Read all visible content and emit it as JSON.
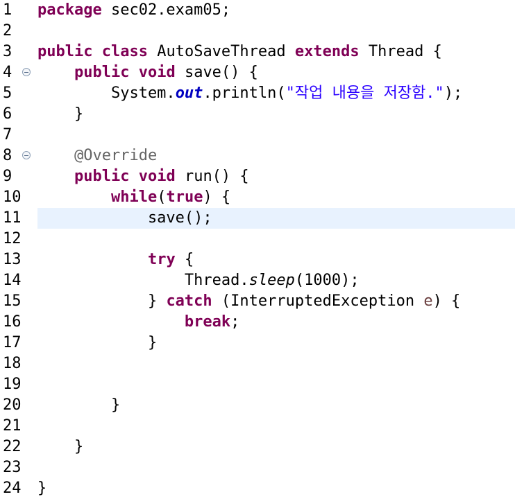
{
  "editor": {
    "lines": [
      {
        "n": "1",
        "parts": [
          {
            "t": "package",
            "c": "kw"
          },
          {
            "t": " sec02.exam05;"
          }
        ]
      },
      {
        "n": "2",
        "parts": []
      },
      {
        "n": "3",
        "parts": [
          {
            "t": "public",
            "c": "kw"
          },
          {
            "t": " "
          },
          {
            "t": "class",
            "c": "kw"
          },
          {
            "t": " AutoSaveThread "
          },
          {
            "t": "extends",
            "c": "kw"
          },
          {
            "t": " Thread {"
          }
        ]
      },
      {
        "n": "4",
        "fold": true,
        "parts": [
          {
            "t": "    "
          },
          {
            "t": "public",
            "c": "kw"
          },
          {
            "t": " "
          },
          {
            "t": "void",
            "c": "kw"
          },
          {
            "t": " save() {"
          }
        ]
      },
      {
        "n": "5",
        "parts": [
          {
            "t": "        System."
          },
          {
            "t": "out",
            "c": "fld"
          },
          {
            "t": ".println("
          },
          {
            "t": "\"작업 내용을 저장함.\"",
            "c": "str"
          },
          {
            "t": ");"
          }
        ]
      },
      {
        "n": "6",
        "parts": [
          {
            "t": "    }"
          }
        ]
      },
      {
        "n": "7",
        "parts": []
      },
      {
        "n": "8",
        "fold": true,
        "parts": [
          {
            "t": "    "
          },
          {
            "t": "@Override",
            "c": "ann"
          }
        ]
      },
      {
        "n": "9",
        "parts": [
          {
            "t": "    "
          },
          {
            "t": "public",
            "c": "kw"
          },
          {
            "t": " "
          },
          {
            "t": "void",
            "c": "kw"
          },
          {
            "t": " run() {"
          }
        ]
      },
      {
        "n": "10",
        "parts": [
          {
            "t": "        "
          },
          {
            "t": "while",
            "c": "kw"
          },
          {
            "t": "("
          },
          {
            "t": "true",
            "c": "kw"
          },
          {
            "t": ") {"
          }
        ]
      },
      {
        "n": "11",
        "current": true,
        "parts": [
          {
            "t": "            save();"
          }
        ]
      },
      {
        "n": "12",
        "parts": []
      },
      {
        "n": "13",
        "parts": [
          {
            "t": "            "
          },
          {
            "t": "try",
            "c": "kw"
          },
          {
            "t": " {"
          }
        ]
      },
      {
        "n": "14",
        "parts": [
          {
            "t": "                Thread."
          },
          {
            "t": "sleep",
            "c": "it"
          },
          {
            "t": "(1000);"
          }
        ]
      },
      {
        "n": "15",
        "parts": [
          {
            "t": "            } "
          },
          {
            "t": "catch",
            "c": "kw"
          },
          {
            "t": " (InterruptedException "
          },
          {
            "t": "e",
            "c": "param"
          },
          {
            "t": ") {"
          }
        ]
      },
      {
        "n": "16",
        "parts": [
          {
            "t": "                "
          },
          {
            "t": "break",
            "c": "kw"
          },
          {
            "t": ";"
          }
        ]
      },
      {
        "n": "17",
        "parts": [
          {
            "t": "            }"
          }
        ]
      },
      {
        "n": "18",
        "parts": []
      },
      {
        "n": "19",
        "parts": []
      },
      {
        "n": "20",
        "parts": [
          {
            "t": "        }"
          }
        ]
      },
      {
        "n": "21",
        "parts": []
      },
      {
        "n": "22",
        "parts": [
          {
            "t": "    }"
          }
        ]
      },
      {
        "n": "23",
        "parts": []
      },
      {
        "n": "24",
        "parts": [
          {
            "t": "}"
          }
        ]
      }
    ]
  },
  "colors": {
    "keyword": "#7f0055",
    "string": "#2a00ff",
    "field": "#0000c0",
    "annotation": "#646464",
    "parameter": "#6a3e3e",
    "current_line_highlight": "#e8f2fe"
  },
  "icons": {
    "fold": "collapse-fold-icon"
  }
}
